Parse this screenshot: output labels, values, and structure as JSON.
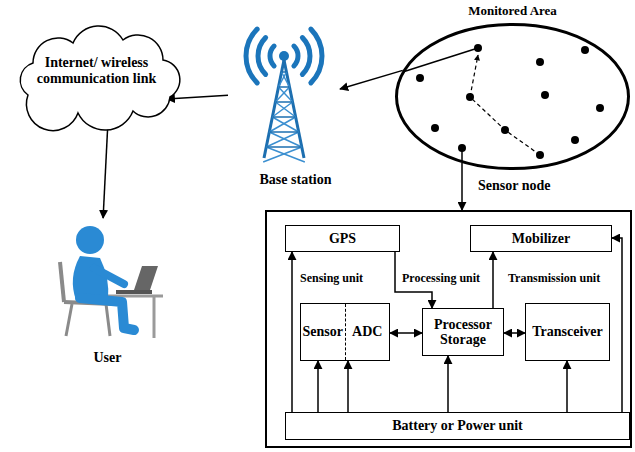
{
  "diagram": {
    "nodes": [
      {
        "text": [
          "Internet/ wireless communication link"
        ]
      },
      {
        "text": [
          "Base station"
        ]
      },
      {
        "text": [
          "Monitored Area"
        ]
      },
      {
        "text": [
          "Sensor node"
        ]
      },
      {
        "text": [
          "GPS"
        ],
        "in": 3
      },
      {
        "text": [
          "Mobilizer"
        ],
        "in": 3
      },
      {
        "text": [
          "Sensor",
          "ADC"
        ],
        "in": 3
      },
      {
        "text": [
          "Processor Storage"
        ],
        "in": 3
      },
      {
        "text": [
          "Transceiver"
        ],
        "in": 3
      },
      {
        "text": [
          "Battery or Power unit"
        ],
        "in": 3
      },
      {
        "text": [
          "User"
        ]
      }
    ],
    "edges": [
      {
        "from": 2,
        "to": 1,
        "arrow": "to"
      },
      {
        "from": 1,
        "to": 0,
        "arrow": "to"
      },
      {
        "from": 0,
        "to": 10,
        "arrow": "to"
      },
      {
        "from": 2,
        "to": 3,
        "arrow": "to"
      },
      {
        "from": 9,
        "to": 4,
        "arrow": "to"
      },
      {
        "from": 9,
        "to": 6,
        "arrow": "to"
      },
      {
        "from": 9,
        "to": 6,
        "arrow": "to"
      },
      {
        "from": 9,
        "to": 7,
        "arrow": "to"
      },
      {
        "from": 9,
        "to": 8,
        "arrow": "to"
      },
      {
        "from": 9,
        "to": 5,
        "arrow": "to"
      },
      {
        "from": 4,
        "to": 7,
        "arrow": "to"
      },
      {
        "from": 7,
        "to": 5,
        "arrow": "to"
      },
      {
        "from": 6,
        "to": 7,
        "arrow": "both"
      },
      {
        "from": 7,
        "to": 8,
        "arrow": "both"
      }
    ],
    "labels": [
      "Sensing unit",
      "Processing unit",
      "Transmission unit"
    ]
  }
}
